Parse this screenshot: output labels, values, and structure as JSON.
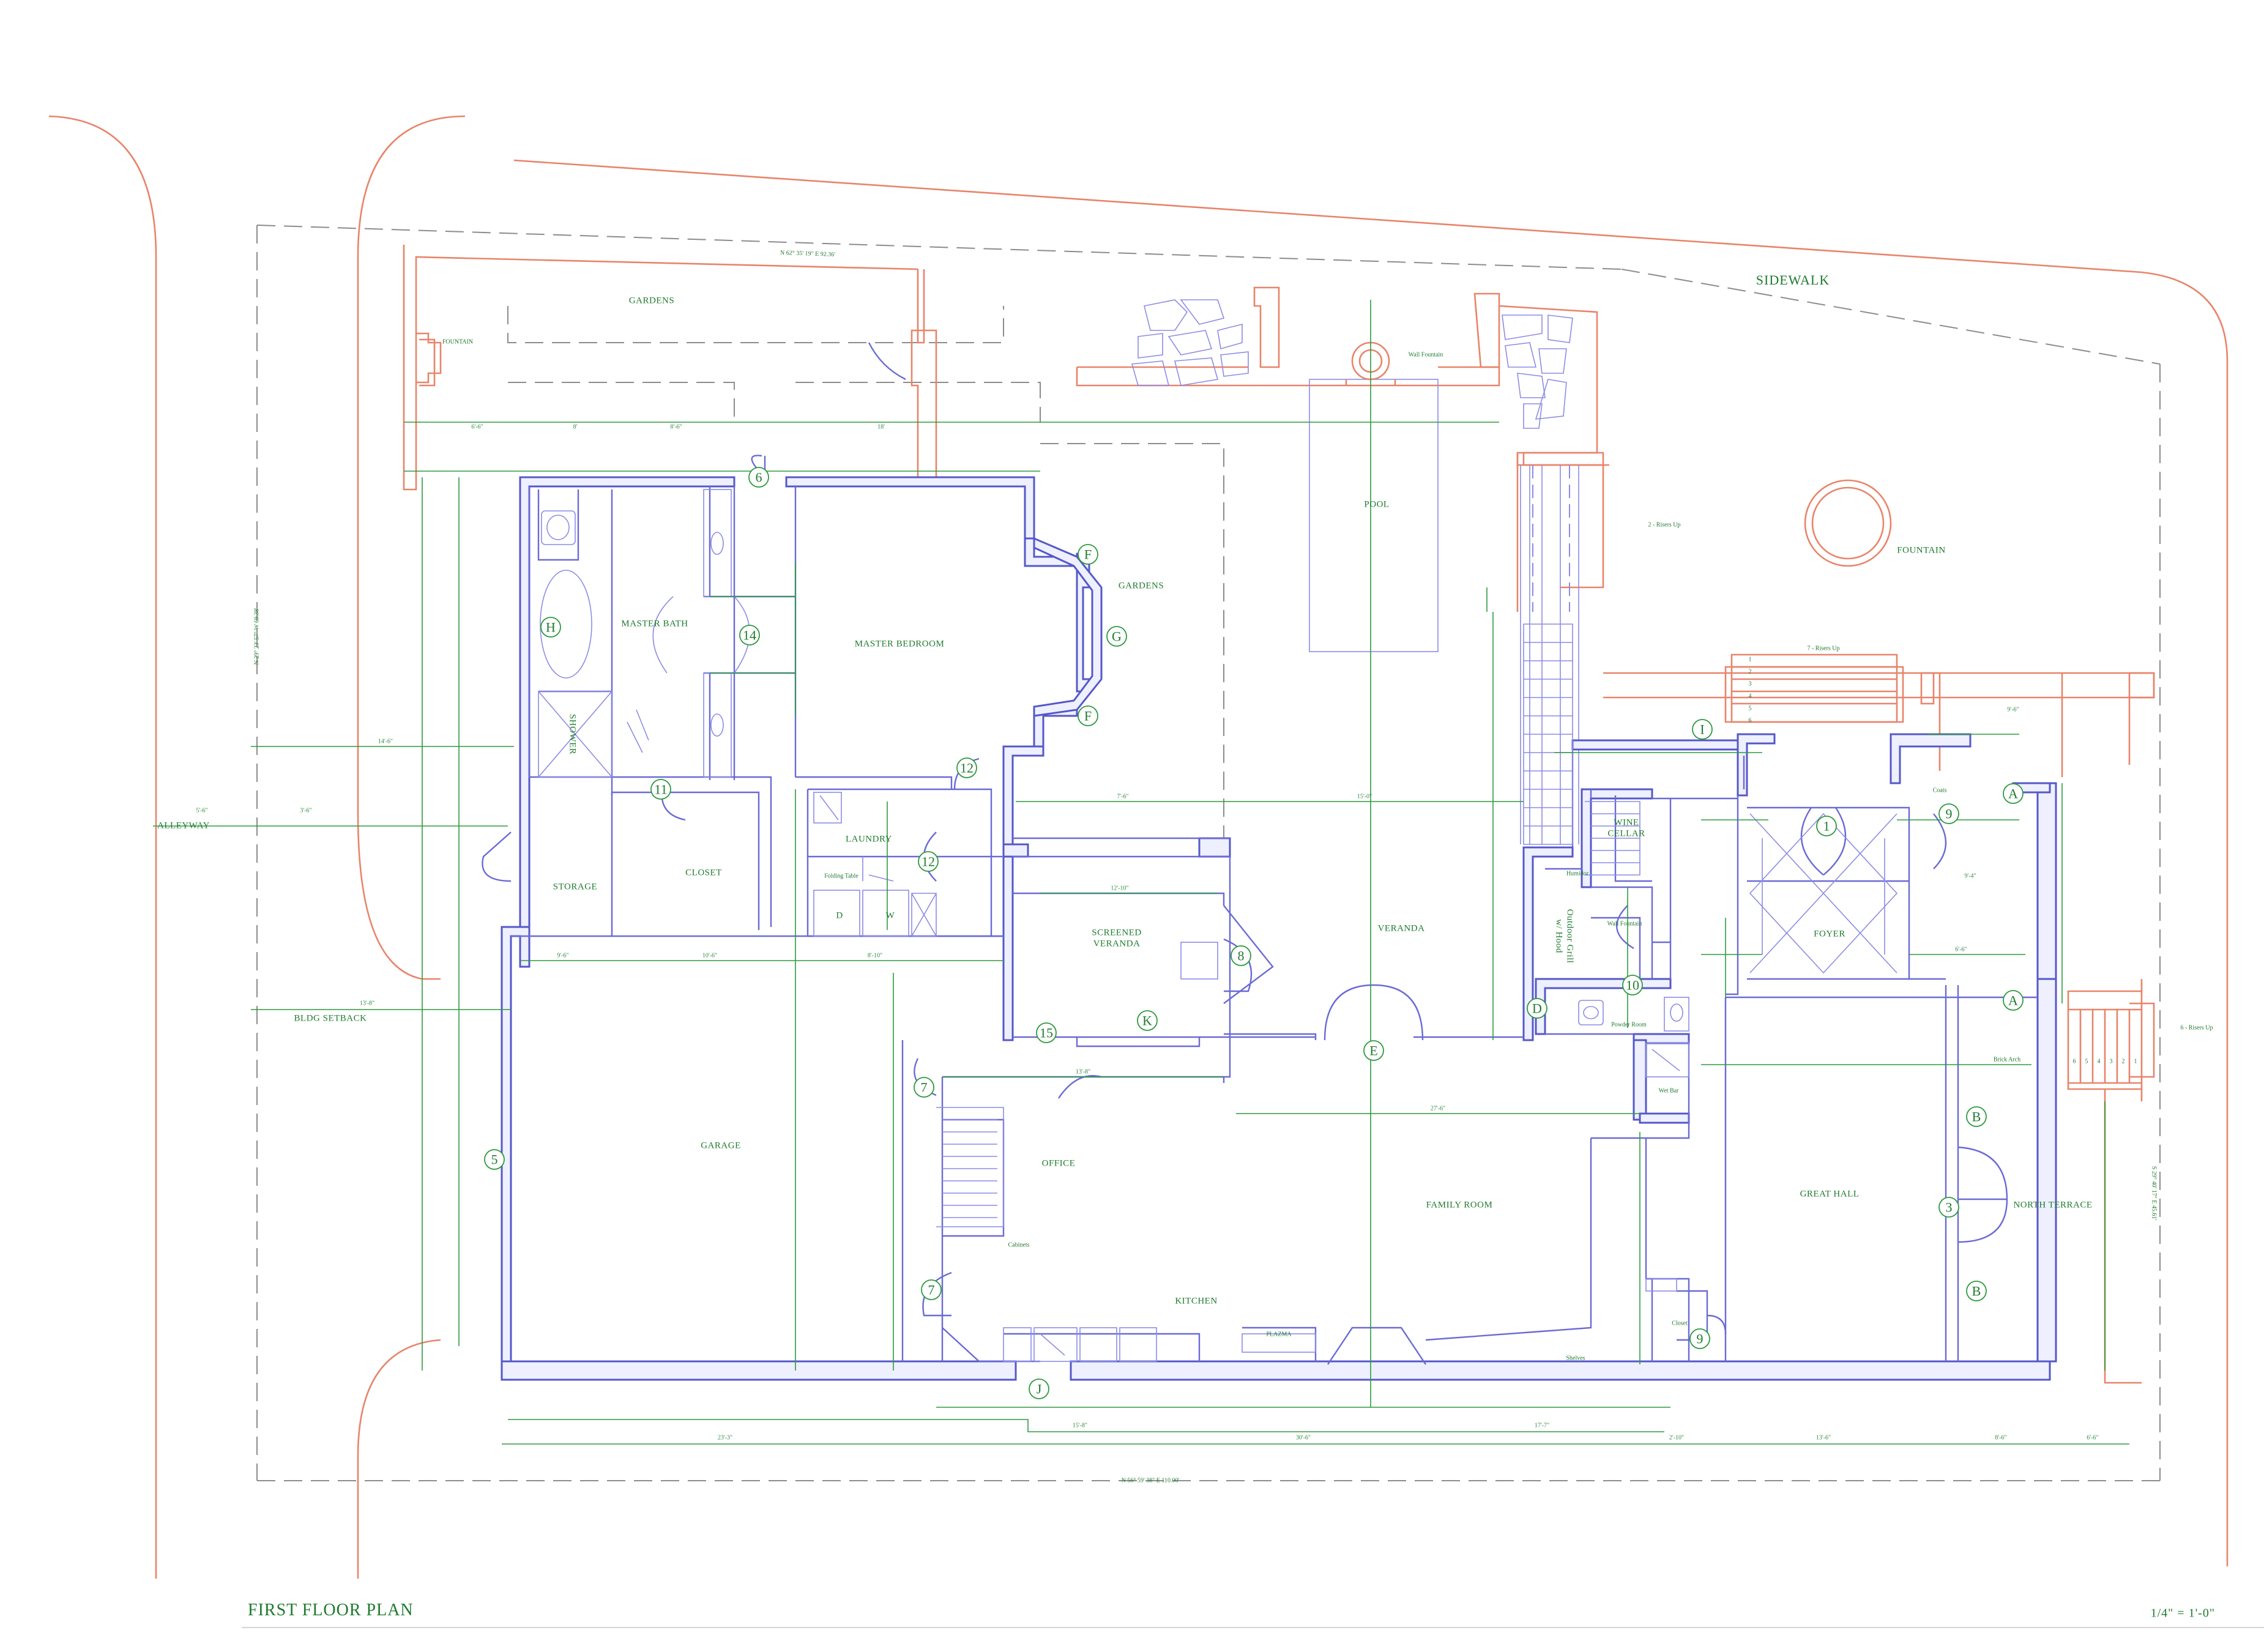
{
  "title": "FIRST FLOOR PLAN",
  "scale": "1/4\" = 1'-0\"",
  "bearings": {
    "top": "N 62° 35' 19\" E 92.36'",
    "bottom": "N 56° 59' 38\" E 110.00'",
    "left": "N 29° 23' 57\" W 69.38'",
    "right": "S 29° 40' 17\" E 45.61'"
  },
  "site": {
    "sidewalk": "SIDEWALK",
    "alleyway": "ALLEYWAY",
    "setback": "BLDG SETBACK",
    "gardens_top": "GARDENS",
    "fountain_small": "FOUNTAIN",
    "pool": "POOL",
    "wall_fountain": "Wall Fountain",
    "fountain": "FOUNTAIN",
    "risers_2": "2 - Risers Up",
    "risers_7": "7 - Risers Up",
    "risers_6": "6 - Risers Up",
    "brick_arch": "Brick Arch"
  },
  "rooms": {
    "master_bath": "MASTER BATH",
    "master_bedroom": "MASTER BEDROOM",
    "gardens": "GARDENS",
    "shower": "SHOWER",
    "storage": "STORAGE",
    "closet": "CLOSET",
    "laundry": "LAUNDRY",
    "folding_table": "Folding Table",
    "dryer": "D",
    "washer": "W",
    "screened_veranda_1": "SCREENED",
    "screened_veranda_2": "VERANDA",
    "veranda": "VERANDA",
    "wine_cellar_1": "WINE",
    "wine_cellar_2": "CELLAR",
    "humidor": "Humidor",
    "wall_fountain": "Wall Fountain",
    "outdoor_grill_1": "Outdoor Grill",
    "outdoor_grill_2": "w/ Hood",
    "powder_room": "Powder Room",
    "foyer": "FOYER",
    "coats": "Coats",
    "garage": "GARAGE",
    "office": "OFFICE",
    "cabinets": "Cabinets",
    "kitchen": "KITCHEN",
    "plazma": "PLAZMA",
    "family_room": "FAMILY ROOM",
    "wet_bar": "Wet Bar",
    "shelves": "Shelves",
    "closet_small": "Closet",
    "great_hall": "GREAT HALL",
    "north_terrace": "NORTH TERRACE"
  },
  "tags": [
    "6",
    "F",
    "G",
    "F",
    "H",
    "14",
    "11",
    "12",
    "12",
    "1",
    "9",
    "A",
    "A",
    "8",
    "K",
    "15",
    "E",
    "D",
    "10",
    "7",
    "7",
    "5",
    "B",
    "B",
    "3",
    "9",
    "J",
    "I"
  ],
  "dims": [
    "6'-6\"",
    "8'",
    "8'-6\"",
    "18'",
    "14'-6\"",
    "5'-6\"",
    "3'-6\"",
    "13'-8\"",
    "9'-6\"",
    "10'-6\"",
    "8'-10\"",
    "15'-0\"",
    "12'-10\"",
    "7'-6\"",
    "13'-8\"",
    "27'-6\"",
    "23'-3\"",
    "15'-8\"",
    "30'-6\"",
    "17'-7\"",
    "2'-10\"",
    "13'-6\"",
    "8'-6\"",
    "6'-6\"",
    "9'-6\"",
    "9'-4\"",
    "6'-6\""
  ],
  "stair_steps": [
    "1",
    "2",
    "3",
    "4",
    "5",
    "6"
  ],
  "stair_steps_right": [
    "6",
    "5",
    "4",
    "3",
    "2",
    "1"
  ]
}
